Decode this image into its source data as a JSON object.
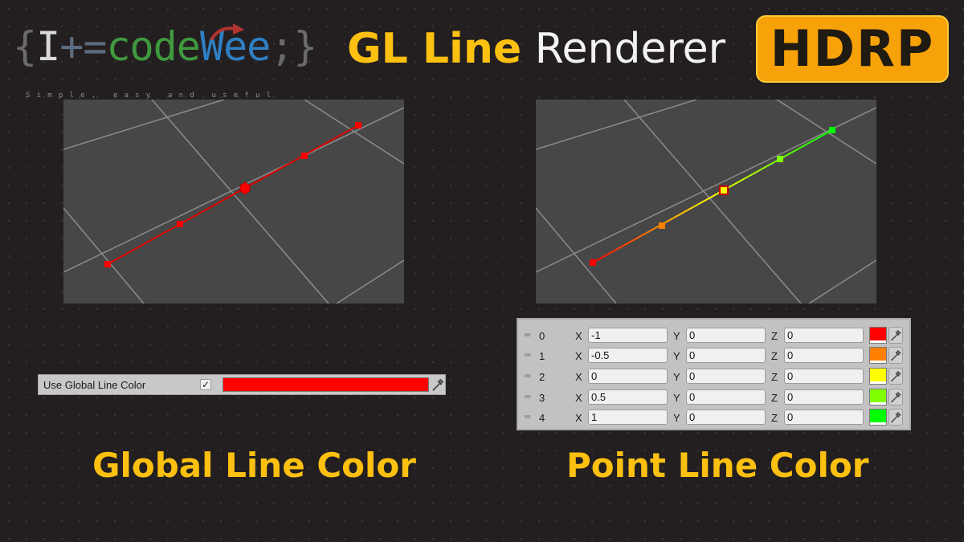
{
  "logo": {
    "brace_open": "{",
    "cursor": "I",
    "operator": "+=",
    "name_part1": "code",
    "name_part2": "Wee",
    "semicolon": ";",
    "brace_close": "}",
    "tagline": "Simple, easy and useful"
  },
  "header": {
    "title_highlight": "GL Line",
    "title_rest": " Renderer",
    "badge": "HDRP"
  },
  "global_panel": {
    "label": "Use Global Line Color",
    "checked": true,
    "checkmark": "✓",
    "color": "#ff0000",
    "picker_icon": "eyedropper-icon"
  },
  "points_panel": {
    "axis_labels": [
      "X",
      "Y",
      "Z"
    ],
    "handle_glyph": "═",
    "picker_icon": "eyedropper-icon",
    "points": [
      {
        "index": "0",
        "x": "-1",
        "y": "0",
        "z": "0",
        "color": "#ff0000"
      },
      {
        "index": "1",
        "x": "-0.5",
        "y": "0",
        "z": "0",
        "color": "#ff8000"
      },
      {
        "index": "2",
        "x": "0",
        "y": "0",
        "z": "0",
        "color": "#ffff00"
      },
      {
        "index": "3",
        "x": "0.5",
        "y": "0",
        "z": "0",
        "color": "#80ff00"
      },
      {
        "index": "4",
        "x": "1",
        "y": "0",
        "z": "0",
        "color": "#00ff00"
      }
    ]
  },
  "captions": {
    "left": "Global Line Color",
    "right": "Point Line Color"
  },
  "colors": {
    "accent_yellow": "#fcc010",
    "badge_orange": "#f7a208",
    "global_line": "#ff0000",
    "viewport_bg": "#474747",
    "grid_line": "#8c8c8c"
  }
}
